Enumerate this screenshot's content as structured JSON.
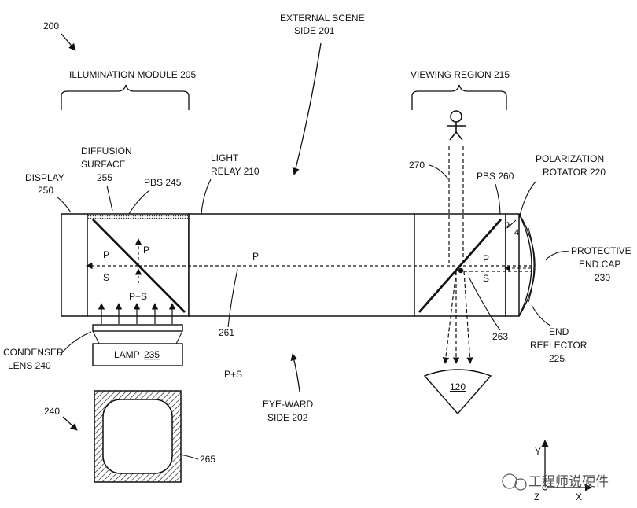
{
  "figure_number": "200",
  "labels": {
    "illumination_module": "ILLUMINATION MODULE  205",
    "external_scene_1": "EXTERNAL SCENE",
    "external_scene_2": "SIDE  201",
    "viewing_region": "VIEWING REGION  215",
    "diffusion_1": "DIFFUSION",
    "diffusion_2": "SURFACE",
    "diffusion_3": "255",
    "display_1": "DISPLAY",
    "display_2": "250",
    "pbs_245": "PBS  245",
    "light_relay_1": "LIGHT",
    "light_relay_2": "RELAY  210",
    "ref_270": "270",
    "pbs_260": "PBS  260",
    "pol_rotator_1": "POLARIZATION",
    "pol_rotator_2": "ROTATOR  220",
    "lambda": "λ",
    "four": "4",
    "protective_1": "PROTECTIVE",
    "protective_2": "END CAP",
    "protective_3": "230",
    "p_left": "P",
    "p_up": "P",
    "s_left": "S",
    "ps_mid": "P+S",
    "p_relay": "P",
    "p_right": "P",
    "s_right": "S",
    "ref_261": "261",
    "ref_263": "263",
    "end_reflector_1": "END",
    "end_reflector_2": "REFLECTOR",
    "end_reflector_3": "225",
    "condenser_1": "CONDENSER",
    "condenser_2": "LENS  240",
    "lamp_text": "LAMP",
    "lamp_num": "235",
    "ps_below": "P+S",
    "eyeward_1": "EYE-WARD",
    "eyeward_2": "SIDE  202",
    "eye_120": "120",
    "ref_240": "240",
    "ref_265": "265",
    "axis_y": "Y",
    "axis_z": "Z",
    "axis_x": "X",
    "watermark": "工程师说硬件"
  }
}
